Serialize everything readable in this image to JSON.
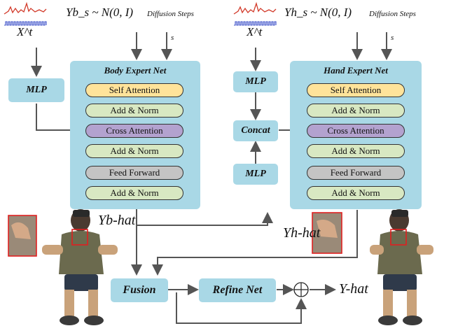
{
  "body_branch": {
    "input_signal_label": "X^t",
    "noise_label": "Yb_s ~ N(0, I)",
    "diffusion_label": "Diffusion Steps",
    "step_label": "s",
    "mlp_label": "MLP",
    "panel_title": "Body Expert Net",
    "blocks": [
      "Self Attention",
      "Add & Norm",
      "Cross Attention",
      "Add & Norm",
      "Feed Forward",
      "Add & Norm"
    ],
    "output_label": "Yb-hat"
  },
  "hand_branch": {
    "input_signal_label": "X^t",
    "noise_label": "Yh_s ~ N(0, I)",
    "diffusion_label": "Diffusion Steps",
    "step_label": "s",
    "mlp_top_label": "MLP",
    "concat_label": "Concat",
    "mlp_bottom_label": "MLP",
    "panel_title": "Hand Expert Net",
    "blocks": [
      "Self Attention",
      "Add & Norm",
      "Cross Attention",
      "Add & Norm",
      "Feed Forward",
      "Add & Norm"
    ],
    "output_label": "Yh-hat"
  },
  "bottom": {
    "fusion_label": "Fusion",
    "refine_label": "Refine Net",
    "plus_symbol": "⊕",
    "final_output_label": "Y-hat"
  },
  "colors": {
    "panel_bg": "#a9d8e6",
    "self_attention": "#ffe39a",
    "add_norm": "#d8e8c2",
    "cross_attention": "#b3a2cf",
    "feed_forward": "#c4c4c4",
    "signal_red": "#d23a2a",
    "signal_blue": "#3b4fc8",
    "highlight_box": "#e02020"
  }
}
